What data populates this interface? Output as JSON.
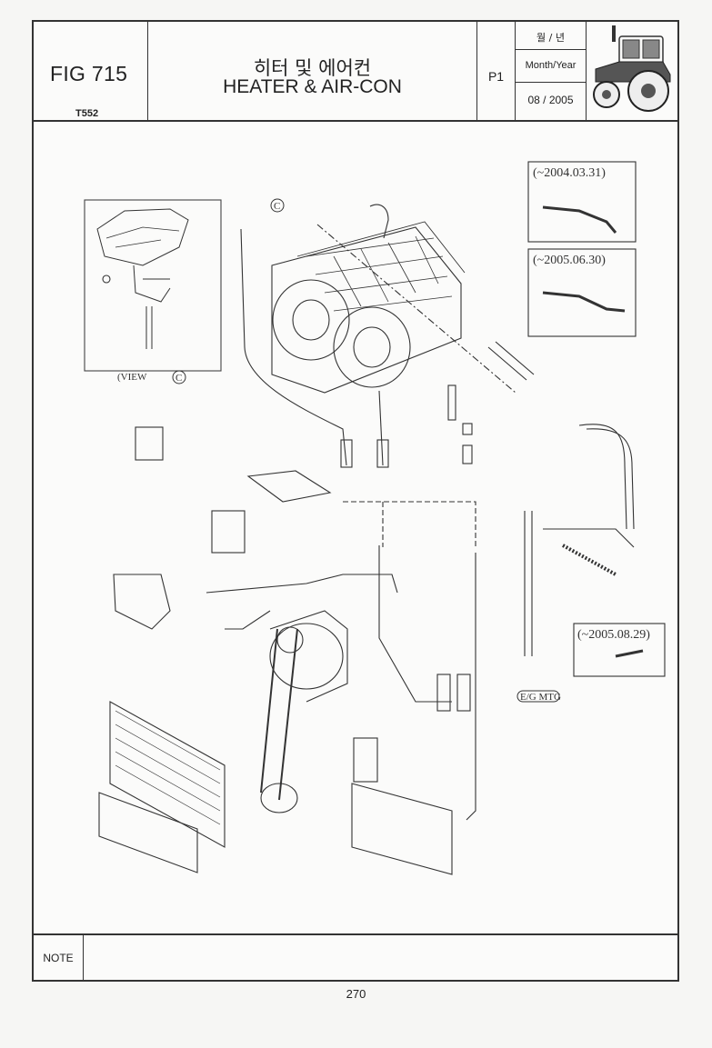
{
  "header": {
    "fig": "FIG 715",
    "model": "T552",
    "title_ko": "히터 및 에어컨",
    "title_en": "HEATER & AIR-CON",
    "page": "P1",
    "date_label_ko": "월 / 년",
    "date_label_en": "Month/Year",
    "date": "08 / 2005"
  },
  "callouts": {
    "inset_a": "(~2004.03.31)",
    "inset_b": "(~2005.06.30)",
    "inset_c": "(~2005.08.29)",
    "view": "(VIEW",
    "view_letter": "C",
    "emtg": "E/G MTG"
  },
  "note_label": "NOTE",
  "footer": {
    "page_number": "270"
  }
}
